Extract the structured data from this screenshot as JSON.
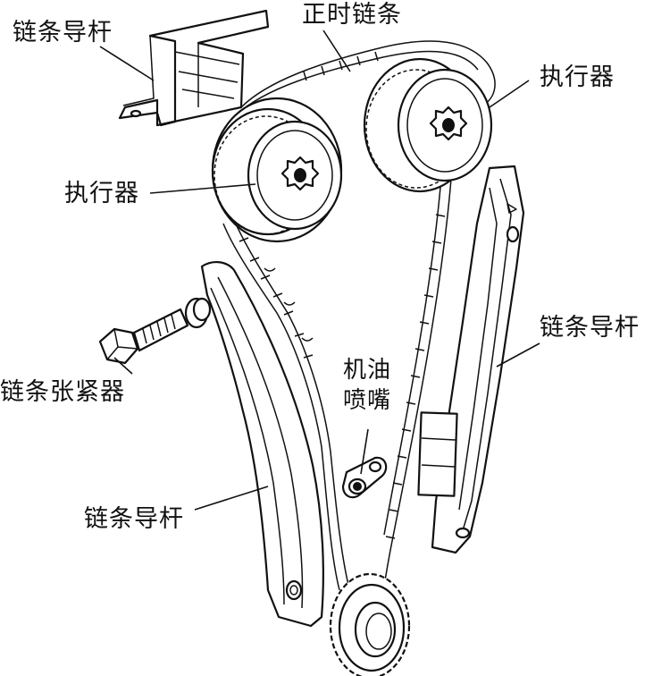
{
  "labels": {
    "guide_top_left": "链条导杆",
    "timing_chain": "正时链条",
    "actuator_right": "执行器",
    "actuator_left": "执行器",
    "guide_right": "链条导杆",
    "oil_jet_line1": "机油",
    "oil_jet_line2": "喷嘴",
    "tensioner": "链条张紧器",
    "guide_bottom": "链条导杆"
  }
}
